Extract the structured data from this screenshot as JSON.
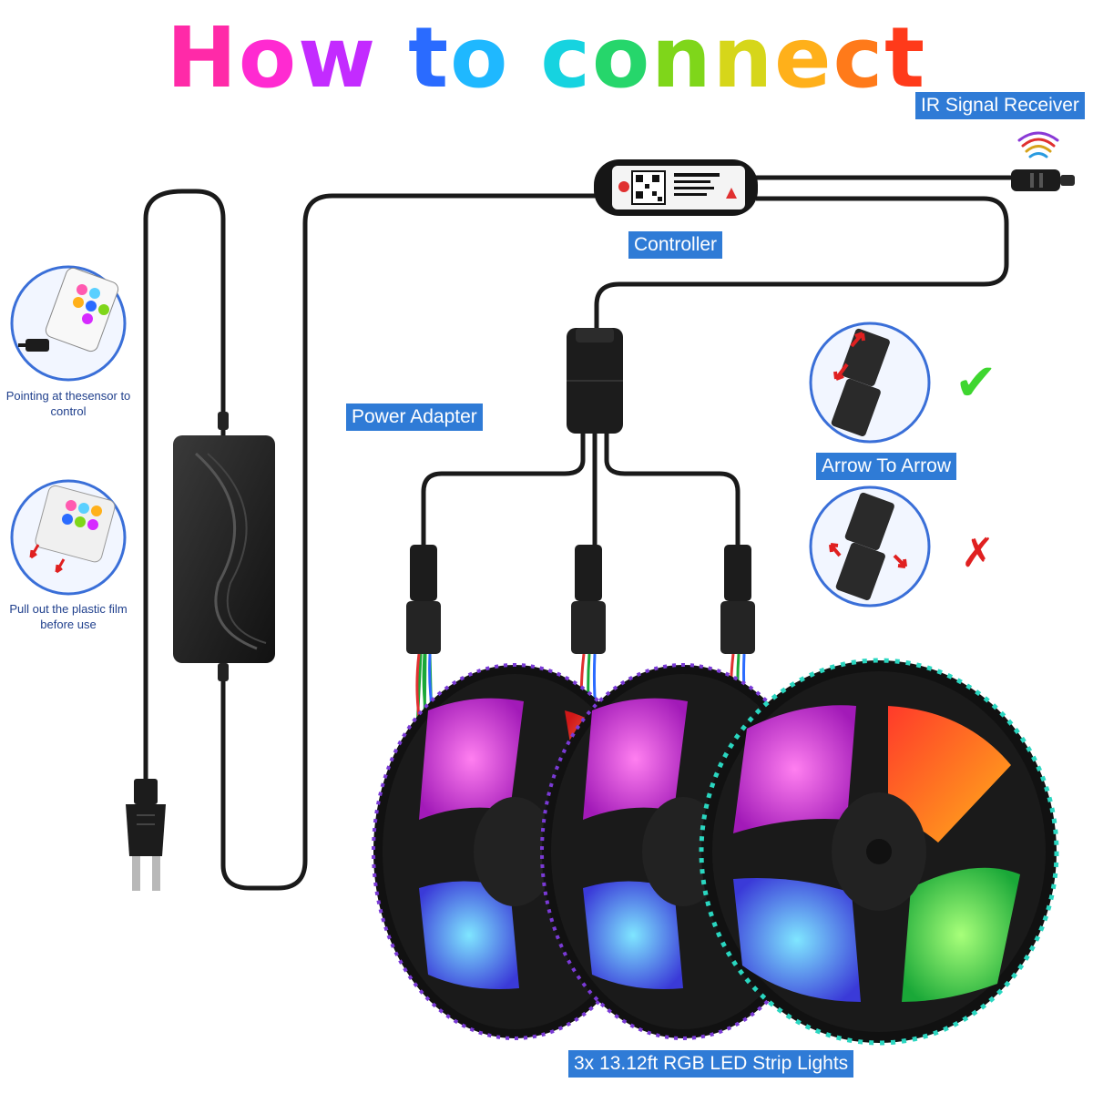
{
  "title": {
    "text": "How to connect",
    "letters": [
      {
        "ch": "H",
        "color": "#ff2aa8"
      },
      {
        "ch": "o",
        "color": "#ff2ad1"
      },
      {
        "ch": "w",
        "color": "#c32bff"
      },
      {
        "ch": " ",
        "color": "#ffffff"
      },
      {
        "ch": "t",
        "color": "#2a6bff"
      },
      {
        "ch": "o",
        "color": "#1fb8ff"
      },
      {
        "ch": " ",
        "color": "#ffffff"
      },
      {
        "ch": "c",
        "color": "#16d3e0"
      },
      {
        "ch": "o",
        "color": "#26d66b"
      },
      {
        "ch": "n",
        "color": "#7fd61a"
      },
      {
        "ch": "n",
        "color": "#d6d61a"
      },
      {
        "ch": "e",
        "color": "#ffb01a"
      },
      {
        "ch": "c",
        "color": "#ff7a1a"
      },
      {
        "ch": "t",
        "color": "#ff3a1a"
      }
    ]
  },
  "labels": {
    "ir_receiver": "IR Signal Receiver",
    "controller": "Controller",
    "power_adapter": "Power Adapter",
    "arrow_to_arrow": "Arrow To Arrow",
    "strip_lights": "3x 13.12ft RGB LED Strip Lights"
  },
  "notes": {
    "pointing": "Pointing at thesensor to control",
    "pull_out": "Pull out the plastic film before use"
  },
  "marks": {
    "correct": "✔",
    "wrong": "✗"
  },
  "colors": {
    "tag_bg": "#2f7bd6",
    "cable": "#1a1a1a",
    "check": "#3ed62f",
    "cross": "#e02020"
  }
}
